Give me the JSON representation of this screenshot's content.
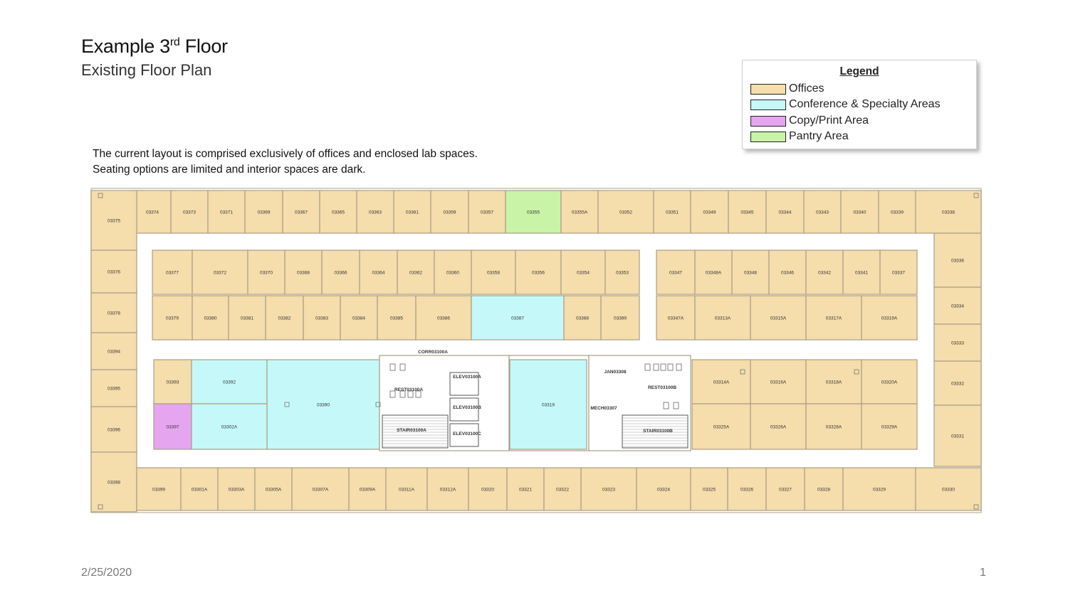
{
  "header": {
    "title_main": "Example 3",
    "title_sup": "rd",
    "title_end": " Floor",
    "subtitle": "Existing Floor Plan"
  },
  "description": {
    "line1": "The current layout is comprised exclusively of offices and enclosed lab spaces.",
    "line2": "Seating options are limited and interior spaces are dark."
  },
  "legend": {
    "title": "Legend",
    "items": [
      {
        "label": "Offices",
        "color": "#f5ddac"
      },
      {
        "label": "Conference & Specialty Areas",
        "color": "#c5f8f9"
      },
      {
        "label": "Copy/Print Area",
        "color": "#e5a6ef"
      },
      {
        "label": "Pantry Area",
        "color": "#c9f3a7"
      }
    ]
  },
  "colors": {
    "office": "#f5ddac",
    "conference": "#c5f8f9",
    "copy": "#e5a6ef",
    "pantry": "#c9f3a7",
    "wall": "#a99e86"
  },
  "footer": {
    "date": "2/25/2020",
    "page": "1"
  },
  "rooms": {
    "top_row": [
      "03374",
      "03373",
      "03371",
      "03369",
      "03367",
      "03365",
      "03363",
      "03361",
      "03359",
      "03357",
      "03355",
      "03355A",
      "03352",
      "03351",
      "03349",
      "03345",
      "03344",
      "03343",
      "03340",
      "03339",
      "03338"
    ],
    "left_column": [
      "03375",
      "03376",
      "03378",
      "03394",
      "03395",
      "03396",
      "03398"
    ],
    "right_column": [
      "03336",
      "03334",
      "03333",
      "03332",
      "03331"
    ],
    "bottom_row": [
      "03399",
      "03301A",
      "03303A",
      "03305A",
      "03307A",
      "03309A",
      "03311A",
      "03312A",
      "03320",
      "03321",
      "03322",
      "03323",
      "03324",
      "03325",
      "03326",
      "03327",
      "03328",
      "03329",
      "03330"
    ],
    "inner_left_row1": [
      "03377",
      "03372",
      "03370",
      "03368",
      "03366",
      "03364",
      "03362",
      "03360",
      "03358",
      "03356",
      "03354",
      "03353"
    ],
    "inner_left_row2": [
      "03379",
      "03380",
      "03381",
      "03382",
      "03383",
      "03384",
      "03385",
      "03386",
      "03387",
      "03388",
      "03389"
    ],
    "inner_right_row1": [
      "03347",
      "03348A",
      "03348",
      "03346",
      "03342",
      "03341",
      "03337"
    ],
    "inner_right_row2": [
      "03347A",
      "03313A",
      "03315A",
      "03317A",
      "03319A"
    ],
    "core_left": [
      "03393",
      "03392",
      "03390",
      "03397",
      "03302A"
    ],
    "core_service": [
      "CORR03100A",
      "ELEV03100A",
      "REST03100A",
      "ELEV03100B",
      "ELEV03100C",
      "STAIR03100A",
      "JAN03308",
      "REST03100B",
      "MECH03307",
      "STAIR03100B"
    ],
    "core_conference": [
      "03319"
    ],
    "core_right_row1": [
      "03314A",
      "03316A",
      "03318A",
      "03320A"
    ],
    "core_right_row2": [
      "03325A",
      "03326A",
      "03328A",
      "03329A"
    ]
  }
}
